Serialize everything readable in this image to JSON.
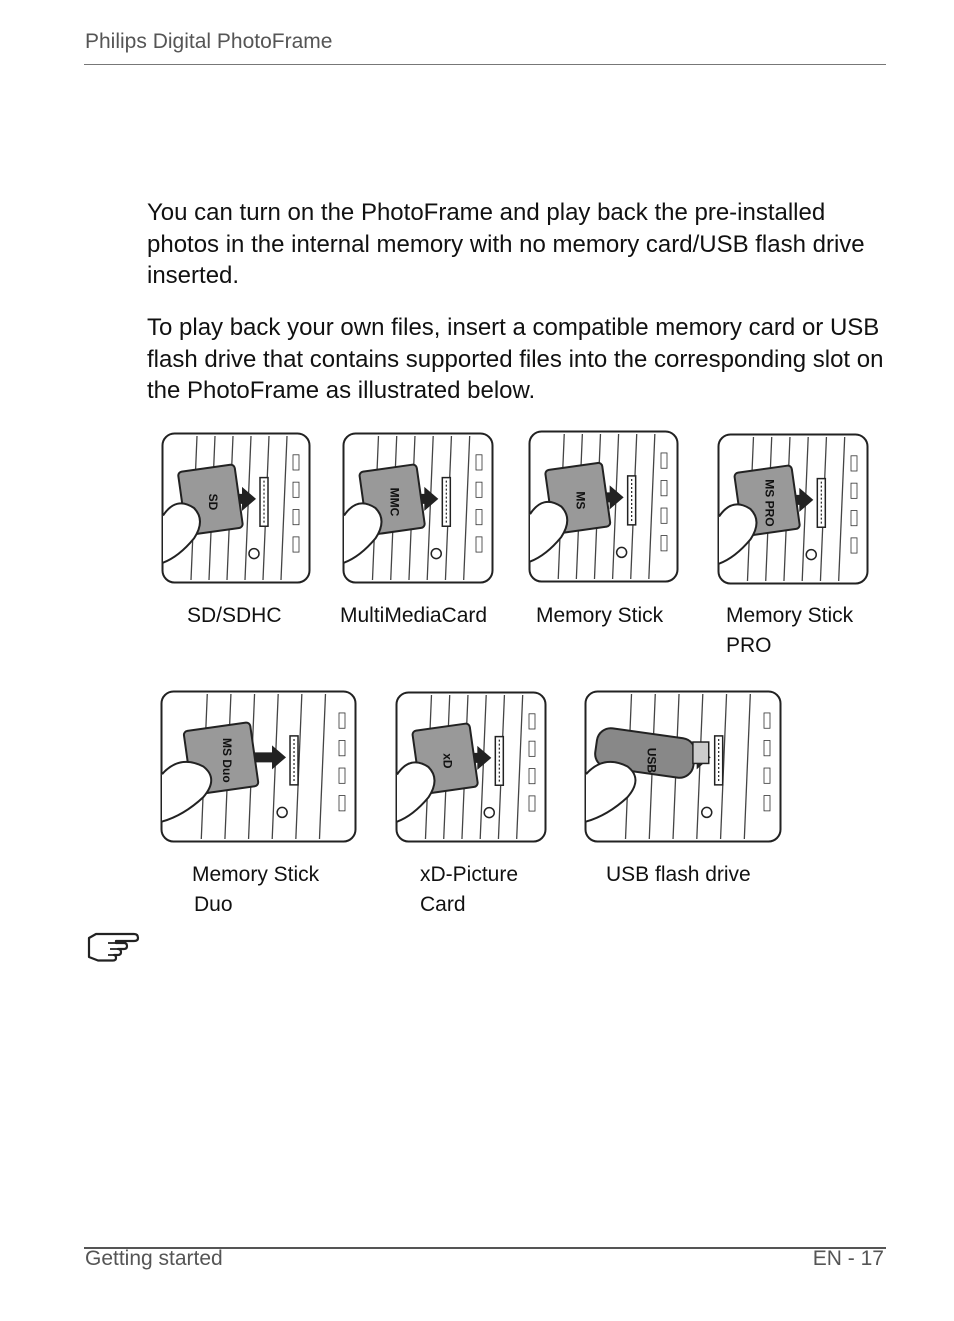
{
  "header": {
    "title": "Philips Digital PhotoFrame"
  },
  "body": {
    "paragraphs": [
      "You can turn on the PhotoFrame and play back the pre-installed photos in the internal memory with no memory card/USB flash drive inserted.",
      "To play back your own files, insert a compatible memory card or USB flash drive that contains supported files into the corresponding slot on the PhotoFrame as illustrated below."
    ]
  },
  "illustrations": [
    {
      "card_label": "SD",
      "caption_lines": [
        "SD/SDHC"
      ]
    },
    {
      "card_label": "MMC",
      "caption_lines": [
        "MultiMediaCard"
      ]
    },
    {
      "card_label": "MS",
      "caption_lines": [
        "Memory Stick"
      ]
    },
    {
      "card_label": "MS PRO",
      "caption_lines": [
        "Memory Stick",
        "PRO"
      ]
    },
    {
      "card_label": "MS Duo",
      "caption_lines": [
        "Memory Stick",
        "Duo"
      ]
    },
    {
      "card_label": "xD",
      "caption_lines": [
        "xD-Picture",
        "Card"
      ]
    },
    {
      "card_label": "USB",
      "caption_lines": [
        "USB flash drive"
      ]
    }
  ],
  "footer": {
    "section": "Getting started",
    "page": "EN - 17"
  }
}
